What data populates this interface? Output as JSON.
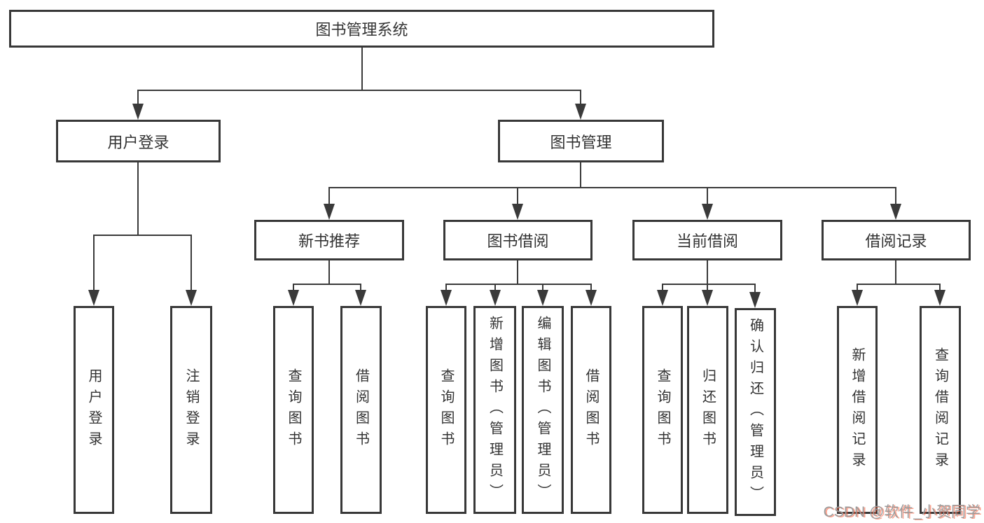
{
  "tree": {
    "root": "图书管理系统",
    "branches": [
      {
        "label": "用户登录",
        "children": [
          "用户登录",
          "注销登录"
        ]
      },
      {
        "label": "图书管理",
        "groups": [
          {
            "label": "新书推荐",
            "children": [
              "查询图书",
              "借阅图书"
            ]
          },
          {
            "label": "图书借阅",
            "children": [
              "查询图书",
              "新增图书（管理员）",
              "编辑图书（管理员）",
              "借阅图书"
            ]
          },
          {
            "label": "当前借阅",
            "children": [
              "查询图书",
              "归还图书",
              "确认归还（管理员）"
            ]
          },
          {
            "label": "借阅记录",
            "children": [
              "新增借阅记录",
              "查询借阅记录"
            ]
          }
        ]
      }
    ]
  },
  "watermark": {
    "text": "CSDN @软件_小贺同学"
  },
  "colors": {
    "line": "#3a3a3a",
    "border": "#383838",
    "text": "#333333",
    "background": "#ffffff",
    "watermark_gray": "#9b9b9b",
    "watermark_red": "#fc5531"
  },
  "icons": {
    "connector_arrow": "arrow-down-icon"
  }
}
